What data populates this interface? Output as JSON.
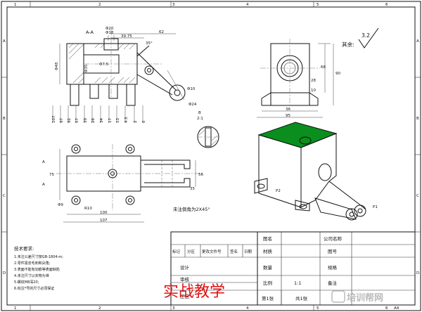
{
  "frame": {
    "top_zones": [
      "1",
      "2",
      "3",
      "4",
      "5",
      "6"
    ],
    "bottom_zones": [
      "1",
      "2",
      "3",
      "4",
      "5",
      "6"
    ],
    "side_zones": [
      "A",
      "B",
      "C",
      "D"
    ],
    "sheet_size": "A4"
  },
  "section_view": {
    "label": "A-A",
    "dims": {
      "d20": "Φ20",
      "d18": "Φ18",
      "l3975": "39.75",
      "l62": "62",
      "ang35": "35°",
      "d48": "Φ48",
      "d35": "Φ35",
      "d75": "Φ7.5",
      "d10": "Φ10",
      "d24": "Φ24",
      "b107": "107",
      "b97": "97",
      "b92": "92",
      "b57": "57",
      "b39": "39",
      "b26": "26",
      "b34": "34",
      "b17": "17",
      "b13": "13",
      "b45": "4.5",
      "b2": "2",
      "b0": "0"
    }
  },
  "front_view": {
    "roughness_label": "其余:",
    "roughness_value": "3.2",
    "dims": {
      "h68": "68",
      "h90": "90",
      "h28": "28",
      "h10": "10",
      "w36": "36",
      "w95": "95"
    }
  },
  "detail_view": {
    "label": "B",
    "scale": "2:1"
  },
  "top_view": {
    "dims": {
      "h75": "75",
      "h56": "56",
      "h35": "35",
      "d9": "Φ9",
      "r10": "R10",
      "w100": "100",
      "w107": "107"
    },
    "section_mark": "A",
    "chamfer_note": "未注倒角为2X45°"
  },
  "iso_labels": {
    "p1": "P1",
    "p2": "P2"
  },
  "tech_req": {
    "title": "技术要求:",
    "items": [
      "1.未注公差尺寸按GB-1804-m;",
      "2.零件需去毛刺和尖角;",
      "3.表面不能有划痕等表面缺陷",
      "4.未注尺寸以实物为准",
      "5.螺纹M8深20;",
      "6.标注*号的尺寸必须保证"
    ]
  },
  "title_block": {
    "rev_headers": [
      "标记",
      "分区",
      "更改文件号",
      "签名",
      "日期"
    ],
    "design": "设计",
    "review": "审核",
    "process": "工艺",
    "drawing_name": "图名",
    "company": "公司名称",
    "material": "材质",
    "drawing_no": "图号",
    "qty": "数量",
    "spec": "规格",
    "scale_label": "比例",
    "scale_value": "1:1",
    "remark": "备注",
    "sheet_no": "第1张",
    "sheet_total": "共1张"
  },
  "watermark": {
    "text": "实战教学",
    "brand": "培训帮网"
  }
}
